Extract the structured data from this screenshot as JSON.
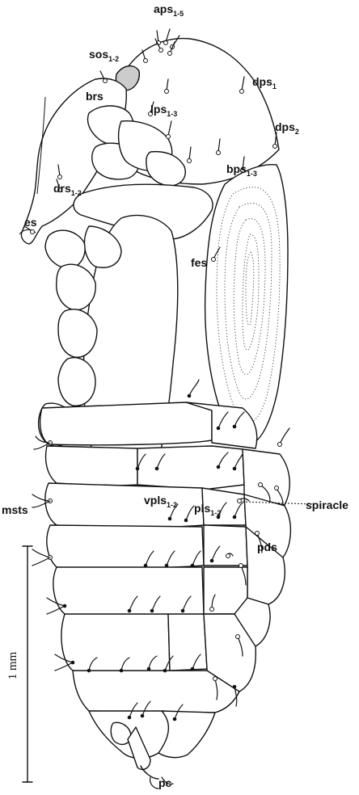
{
  "figure": {
    "background": "#ffffff",
    "ink": "#111111",
    "eye_fill": "#cccccc",
    "labels": [
      {
        "id": "aps",
        "text": "aps",
        "sub": "1-5"
      },
      {
        "id": "sos",
        "text": "sos",
        "sub": "1-2"
      },
      {
        "id": "brs",
        "text": "brs",
        "sub": ""
      },
      {
        "id": "dps1",
        "text": "dps",
        "sub": "1"
      },
      {
        "id": "lps",
        "text": "lps",
        "sub": "1-3"
      },
      {
        "id": "dps2",
        "text": "dps",
        "sub": "2"
      },
      {
        "id": "drs",
        "text": "drs",
        "sub": "1-2"
      },
      {
        "id": "bps",
        "text": "bps",
        "sub": "1-3"
      },
      {
        "id": "es",
        "text": "es",
        "sub": ""
      },
      {
        "id": "fes",
        "text": "fes",
        "sub": ""
      },
      {
        "id": "vpls",
        "text": "vpls",
        "sub": "1-2"
      },
      {
        "id": "pls",
        "text": "pls",
        "sub": "1-2"
      },
      {
        "id": "spiracle",
        "text": "spiracle",
        "sub": ""
      },
      {
        "id": "msts",
        "text": "msts",
        "sub": ""
      },
      {
        "id": "pds",
        "text": "pds",
        "sub": ""
      },
      {
        "id": "pc",
        "text": "pc",
        "sub": ""
      }
    ],
    "scale_bar": {
      "label": "1 mm"
    }
  }
}
